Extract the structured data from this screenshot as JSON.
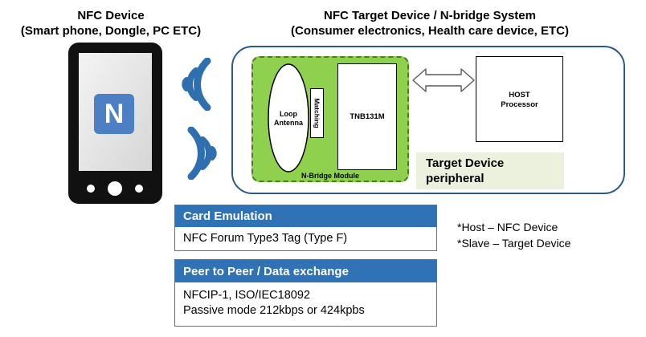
{
  "nfc_device": {
    "title_line1": "NFC Device",
    "title_line2": "(Smart phone, Dongle, PC ETC)",
    "logo_letter": "N"
  },
  "target_system": {
    "title_line1": "NFC Target Device / N-bridge System",
    "title_line2": "(Consumer electronics, Health care device, ETC)",
    "loop_antenna_line1": "Loop",
    "loop_antenna_line2": "Antenna",
    "matching": "Matching",
    "chip": "TNB131M",
    "module_label": "N-Bridge Module",
    "host_line1": "HOST",
    "host_line2": "Processor",
    "peripheral_line1": "Target Device",
    "peripheral_line2": "peripheral"
  },
  "card_emulation": {
    "header": "Card Emulation",
    "body": "NFC Forum Type3 Tag (Type F)"
  },
  "peer_to_peer": {
    "header": "Peer to Peer / Data exchange",
    "body_line1": "NFCIP-1, ISO/IEC18092",
    "body_line2": "Passive mode 212kbps or 424kpbs"
  },
  "notes": {
    "line1": "*Host – NFC Device",
    "line2": "*Slave – Target Device"
  },
  "colors": {
    "panel_header": "#2f72b5",
    "module_green": "#8fd14f",
    "system_border": "#2c5a85",
    "wave_blue": "#2e6fb0",
    "peripheral_bg": "#ebf1dc"
  }
}
